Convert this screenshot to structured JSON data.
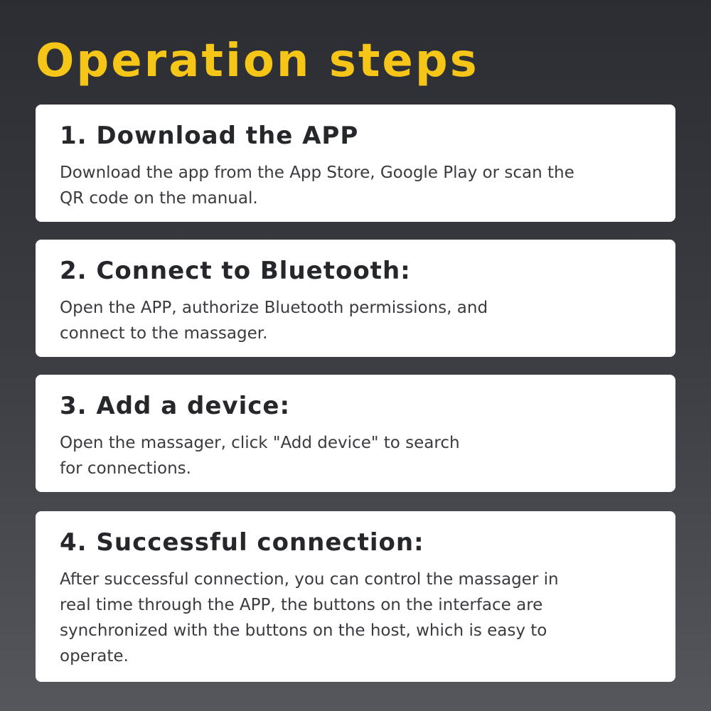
{
  "page": {
    "title": "Operation steps"
  },
  "steps": [
    {
      "title": "1. Download the APP",
      "description": "Download the app from the App Store, Google Play or scan the\nQR code on the manual."
    },
    {
      "title": "2. Connect to Bluetooth:",
      "description": "Open the APP, authorize Bluetooth permissions, and\nconnect to the massager."
    },
    {
      "title": "3. Add a device:",
      "description": "Open the massager, click \"Add device\" to search\nfor connections."
    },
    {
      "title": "4. Successful connection:",
      "description": "After successful connection, you can control the massager in\nreal time through the APP, the buttons on the interface are\nsynchronized with the buttons on the host, which is easy to\noperate."
    }
  ],
  "colors": {
    "title_accent": "#f5c518",
    "card_background": "#ffffff",
    "page_background": "#2b2d33"
  }
}
